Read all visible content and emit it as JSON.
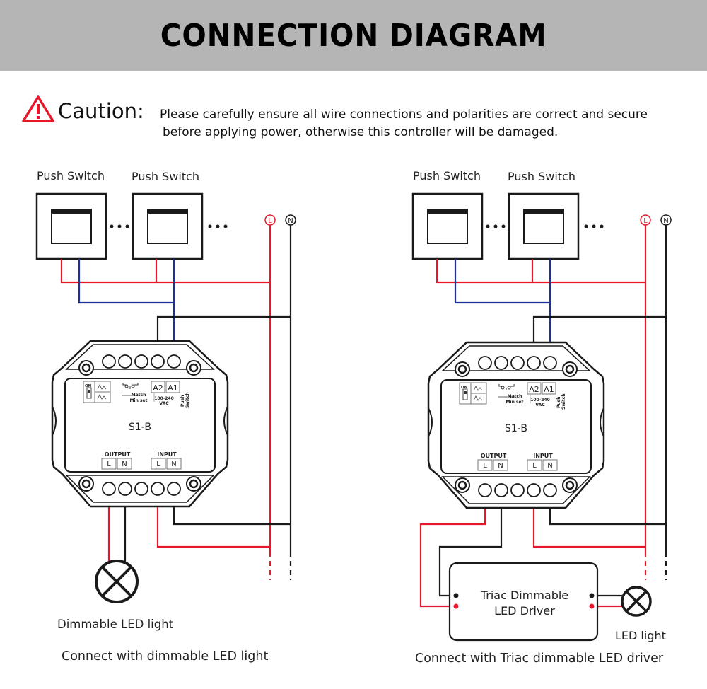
{
  "header": {
    "title": "CONNECTION DIAGRAM"
  },
  "caution": {
    "icon": "warning-triangle-icon",
    "label": "Caution:",
    "line1": "Please carefully ensure all wire connections and polarities are correct and secure",
    "line2": "before applying power, otherwise this controller will be damaged."
  },
  "colors": {
    "live": "#e8182c",
    "switch_wire": "#1e2f9a",
    "neutral": "#1a1a1a",
    "banner": "#b5b5b5"
  },
  "diagrams": [
    {
      "push_switch_labels": [
        "Push Switch",
        "Push Switch"
      ],
      "mains": {
        "live": "L",
        "neutral": "N"
      },
      "module": {
        "model": "S1-B",
        "dip": {
          "on": "ON",
          "arrows": [
            "↑",
            "↓"
          ]
        },
        "match": [
          "Match",
          "Min set"
        ],
        "terminals_top": [
          "A2",
          "A1"
        ],
        "voltage": [
          "100-240",
          "VAC"
        ],
        "push_switch_side": [
          "Push",
          "Switch"
        ],
        "output": {
          "title": "OUTPUT",
          "pins": [
            "L",
            "N"
          ]
        },
        "input": {
          "title": "INPUT",
          "pins": [
            "L",
            "N"
          ]
        }
      },
      "load_label": "Dimmable LED light",
      "caption": "Connect with dimmable LED light"
    },
    {
      "push_switch_labels": [
        "Push Switch",
        "Push Switch"
      ],
      "mains": {
        "live": "L",
        "neutral": "N"
      },
      "module": {
        "model": "S1-B",
        "dip": {
          "on": "ON",
          "arrows": [
            "↑",
            "↓"
          ]
        },
        "match": [
          "Match",
          "Min set"
        ],
        "terminals_top": [
          "A2",
          "A1"
        ],
        "voltage": [
          "100-240",
          "VAC"
        ],
        "push_switch_side": [
          "Push",
          "Switch"
        ],
        "output": {
          "title": "OUTPUT",
          "pins": [
            "L",
            "N"
          ]
        },
        "input": {
          "title": "INPUT",
          "pins": [
            "L",
            "N"
          ]
        }
      },
      "driver_label": [
        "Triac Dimmable",
        "LED Driver"
      ],
      "load_label": "LED light",
      "caption": "Connect with Triac dimmable LED driver"
    }
  ]
}
